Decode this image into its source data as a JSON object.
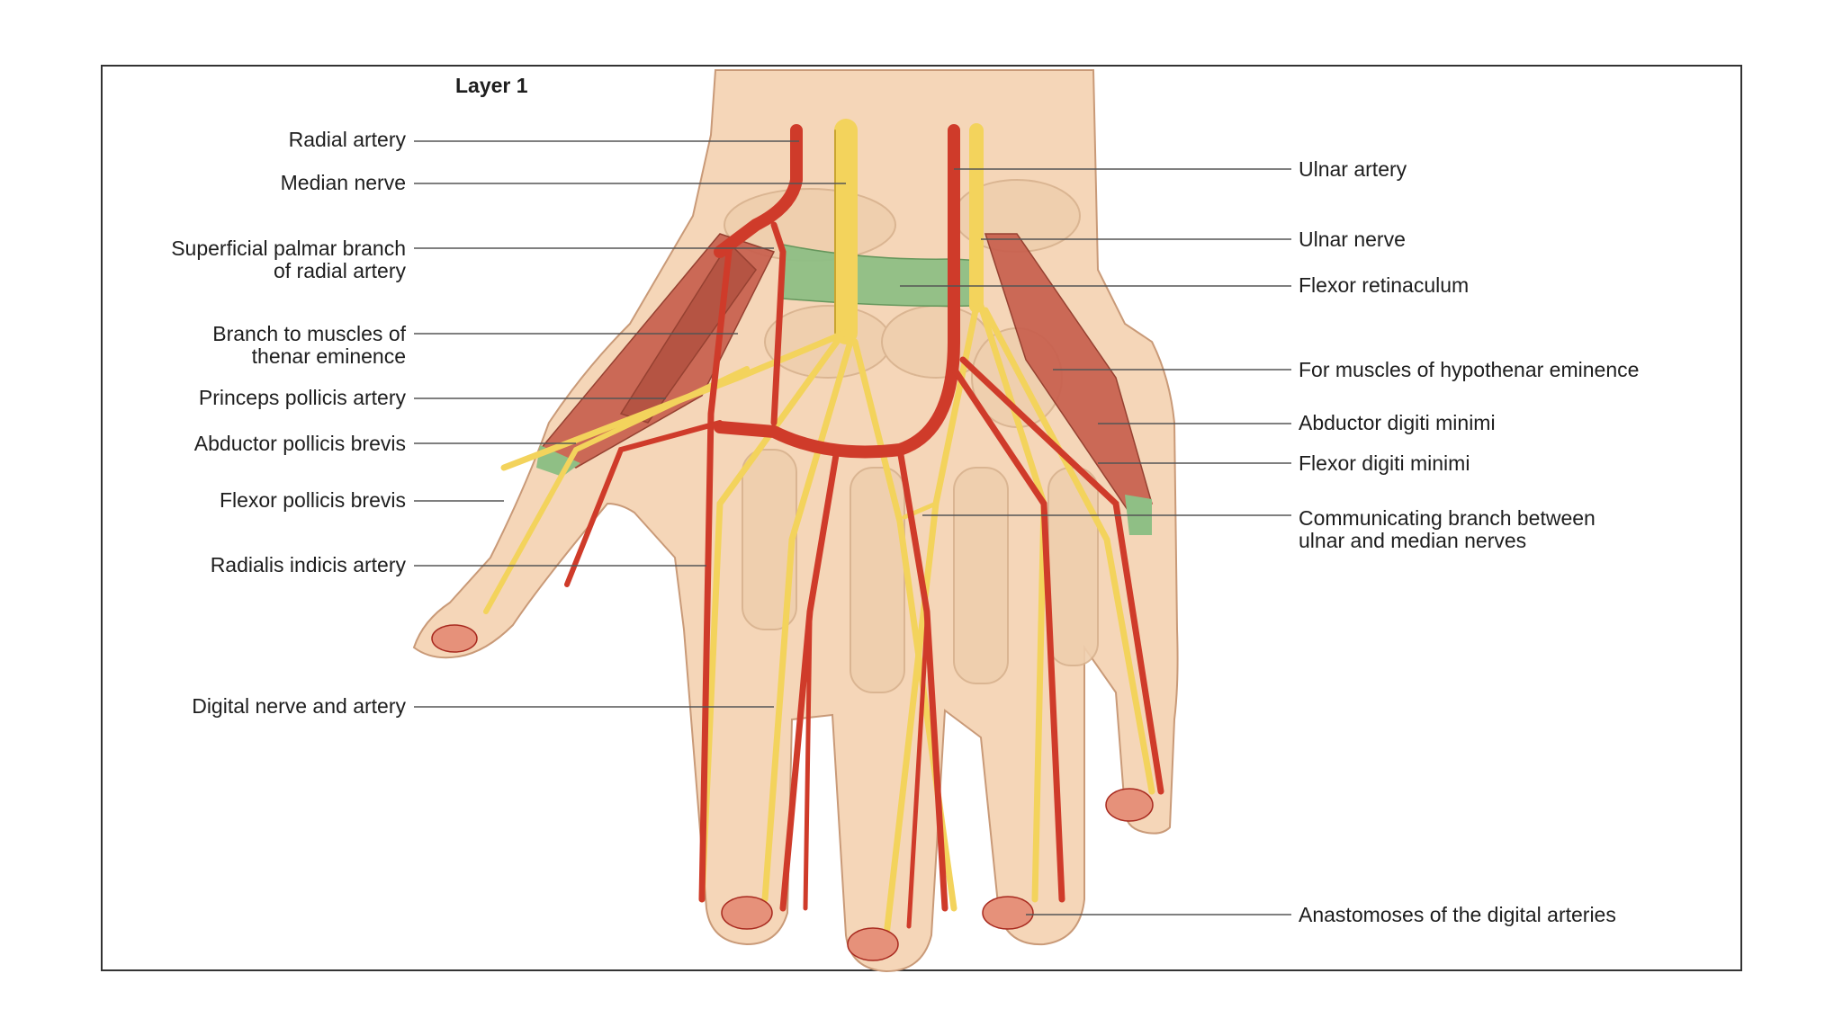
{
  "title": "Layer 1",
  "colors": {
    "skin": "#f5d6b8",
    "skin_shadow": "#ecc6a2",
    "artery": "#cf3b2a",
    "artery_dark": "#a82a1f",
    "nerve": "#f3d35c",
    "nerve_edge": "#c9a531",
    "retinaculum": "#8fbf85",
    "muscle": "#c8604e",
    "bone": "#efcfae"
  },
  "labels_left": [
    {
      "id": "radial-artery",
      "lines": [
        "Radial artery"
      ]
    },
    {
      "id": "median-nerve",
      "lines": [
        "Median nerve"
      ]
    },
    {
      "id": "superficial-palmar-branch",
      "lines": [
        "Superficial palmar branch",
        "of radial artery"
      ]
    },
    {
      "id": "branch-thenar",
      "lines": [
        "Branch to muscles of",
        "thenar eminence"
      ]
    },
    {
      "id": "princeps-pollicis",
      "lines": [
        "Princeps pollicis artery"
      ]
    },
    {
      "id": "abductor-pollicis-brevis",
      "lines": [
        "Abductor pollicis brevis"
      ]
    },
    {
      "id": "flexor-pollicis-brevis",
      "lines": [
        "Flexor pollicis brevis"
      ]
    },
    {
      "id": "radialis-indicis",
      "lines": [
        "Radialis indicis artery"
      ]
    },
    {
      "id": "digital-nerve-artery",
      "lines": [
        "Digital nerve and artery"
      ]
    }
  ],
  "labels_right": [
    {
      "id": "ulnar-artery",
      "lines": [
        "Ulnar artery"
      ]
    },
    {
      "id": "ulnar-nerve",
      "lines": [
        "Ulnar nerve"
      ]
    },
    {
      "id": "flexor-retinaculum",
      "lines": [
        "Flexor retinaculum"
      ]
    },
    {
      "id": "hypothenar-muscles",
      "lines": [
        "For muscles of hypothenar eminence"
      ]
    },
    {
      "id": "abductor-digiti-minimi",
      "lines": [
        "Abductor digiti minimi"
      ]
    },
    {
      "id": "flexor-digiti-minimi",
      "lines": [
        "Flexor digiti minimi"
      ]
    },
    {
      "id": "communicating-branch",
      "lines": [
        "Communicating branch between",
        "ulnar and median nerves"
      ]
    },
    {
      "id": "anastomoses",
      "lines": [
        "Anastomoses of the digital arteries"
      ]
    }
  ]
}
